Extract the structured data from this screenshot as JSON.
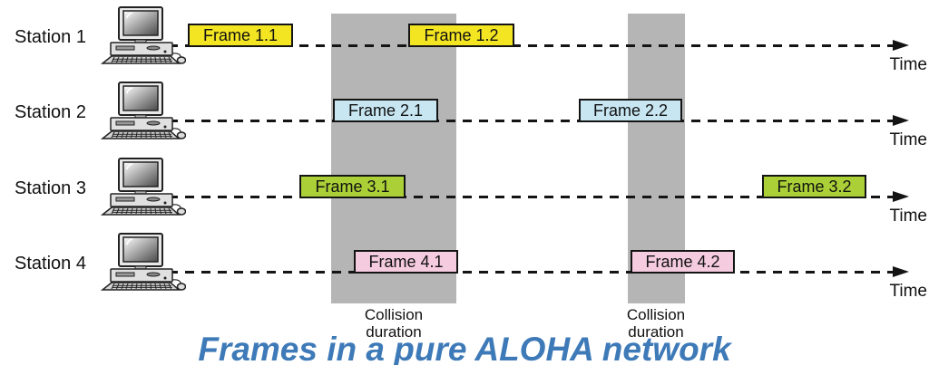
{
  "caption": {
    "text": "Frames in a pure ALOHA network",
    "color": "#3e7ab8"
  },
  "colors": {
    "station1_frames": "#f4e523",
    "station2_frames": "#c7e6f2",
    "station3_frames": "#abd037",
    "station4_frames": "#f5cbdf",
    "collision_band": "#b5b5b5",
    "line": "#141414"
  },
  "stations": [
    {
      "label": "Station 1",
      "time_label": "Time",
      "frames": [
        {
          "label": "Frame 1.1"
        },
        {
          "label": "Frame 1.2"
        }
      ]
    },
    {
      "label": "Station 2",
      "time_label": "Time",
      "frames": [
        {
          "label": "Frame 2.1"
        },
        {
          "label": "Frame 2.2"
        }
      ]
    },
    {
      "label": "Station 3",
      "time_label": "Time",
      "frames": [
        {
          "label": "Frame 3.1"
        },
        {
          "label": "Frame 3.2"
        }
      ]
    },
    {
      "label": "Station 4",
      "time_label": "Time",
      "frames": [
        {
          "label": "Frame 4.1"
        },
        {
          "label": "Frame 4.2"
        }
      ]
    }
  ],
  "collisions": [
    {
      "label_line1": "Collision",
      "label_line2": "duration"
    },
    {
      "label_line1": "Collision",
      "label_line2": "duration"
    }
  ]
}
